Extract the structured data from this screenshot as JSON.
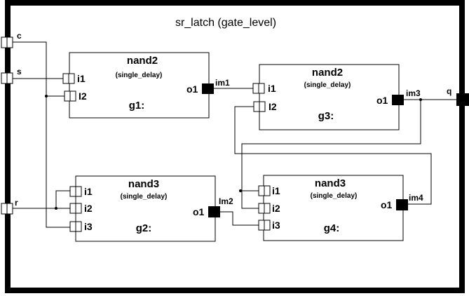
{
  "diagram": {
    "title": "sr_latch (gate_level)",
    "colors": {
      "stroke": "#000000",
      "background": "#ffffff"
    },
    "ports": [
      {
        "id": "c",
        "label": "c",
        "side": "left"
      },
      {
        "id": "s",
        "label": "s",
        "side": "left"
      },
      {
        "id": "r",
        "label": "r",
        "side": "left"
      },
      {
        "id": "q",
        "label": "q",
        "side": "right"
      }
    ],
    "gates": [
      {
        "id": "g1",
        "type": "nand2",
        "delay": "(single_delay)",
        "instance": "g1:",
        "inputs": [
          "i1",
          "I2"
        ],
        "output": "o1"
      },
      {
        "id": "g3",
        "type": "nand2",
        "delay": "(single_delay)",
        "instance": "g3:",
        "inputs": [
          "i1",
          "I2"
        ],
        "output": "o1"
      },
      {
        "id": "g2",
        "type": "nand3",
        "delay": "(single_delay)",
        "instance": "g2:",
        "inputs": [
          "i1",
          "i2",
          "i3"
        ],
        "output": "o1"
      },
      {
        "id": "g4",
        "type": "nand3",
        "delay": "(single_delay)",
        "instance": "g4:",
        "inputs": [
          "i1",
          "i2",
          "i3"
        ],
        "output": "o1"
      }
    ],
    "nets": [
      {
        "label": "im1",
        "from": "g1.o1",
        "to": [
          "g3.i1"
        ]
      },
      {
        "label": "im3",
        "from": "g3.o1",
        "to": [
          "q",
          "g4.i1",
          "g4.i2"
        ]
      },
      {
        "label": "Im2",
        "from": "g2.o1",
        "to": [
          "g4.i3"
        ]
      },
      {
        "label": "im4",
        "from": "g4.o1",
        "to": [
          "g3.I2"
        ]
      },
      {
        "label": "",
        "from": "c",
        "to": [
          "g1.I2",
          "g2.i3"
        ]
      },
      {
        "label": "",
        "from": "s",
        "to": [
          "g1.i1"
        ]
      },
      {
        "label": "",
        "from": "r",
        "to": [
          "g2.i1",
          "g2.i2"
        ]
      }
    ]
  }
}
